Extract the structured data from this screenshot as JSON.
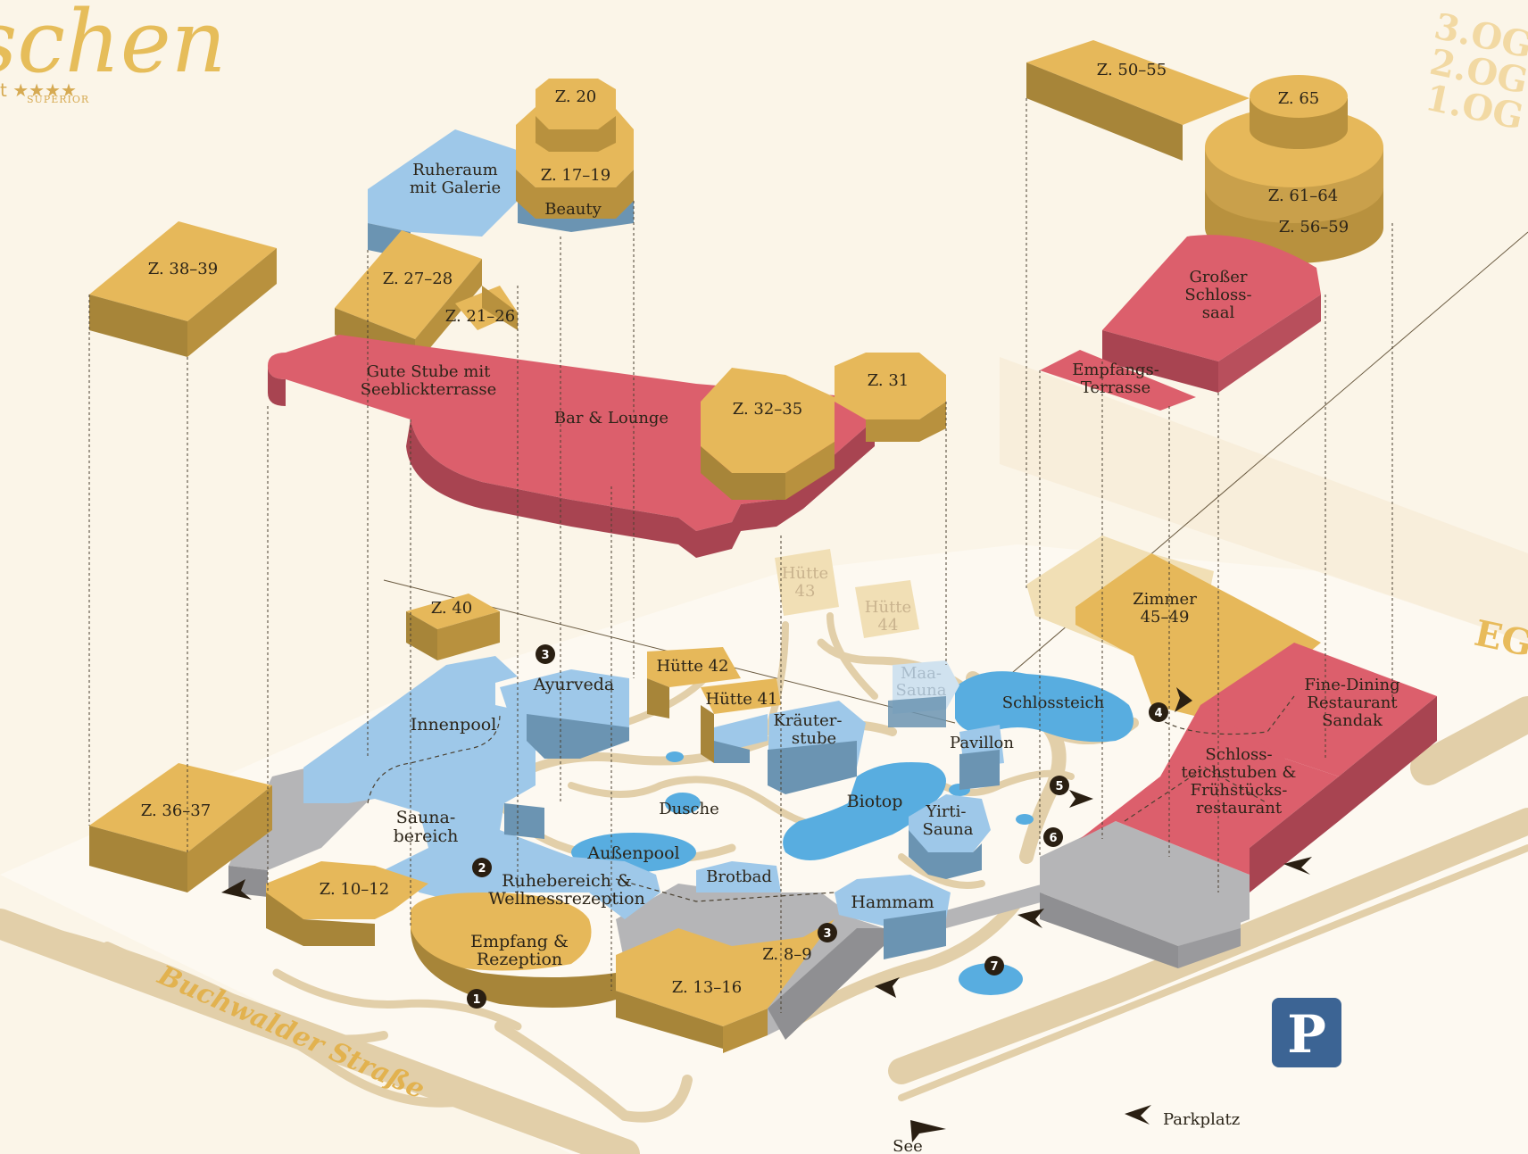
{
  "logo": {
    "script": "schen",
    "stars": "t ★★★★",
    "superior": "SUPERIOR"
  },
  "floors": {
    "og3": "3.OG",
    "og2": "2.OG",
    "og1": "1.OG",
    "eg": "EG"
  },
  "road_label": "Buchwalder Straße",
  "upper": {
    "z20": "Z. 20",
    "z17": "Z. 17–19",
    "beauty": "Beauty",
    "ruheraum_1": "Ruheraum",
    "ruheraum_2": "mit Galerie",
    "z38": "Z. 38–39",
    "z27": "Z. 27–28",
    "z21": "Z. 21–26",
    "gute_1": "Gute Stube mit",
    "gute_2": "Seeblickterrasse",
    "bar": "Bar  & Lounge",
    "z32": "Z. 32–35",
    "z31": "Z. 31",
    "z50": "Z. 50–55",
    "z65": "Z. 65",
    "z61": "Z. 61–64",
    "z56": "Z. 56–59",
    "saal_1": "Großer",
    "saal_2": "Schloss-",
    "saal_3": "saal",
    "terr_1": "Empfangs-",
    "terr_2": "Terrasse"
  },
  "ground": {
    "huette43_1": "Hütte",
    "huette43_2": "43",
    "huette44_1": "Hütte",
    "huette44_2": "44",
    "z40": "Z. 40",
    "ayurveda": "Ayurveda",
    "huette42": "Hütte 42",
    "huette41": "Hütte 41",
    "maa_1": "Maa-",
    "maa_2": "Sauna",
    "schlossteich": "Schlossteich",
    "zimmer_1": "Zimmer",
    "zimmer_2": "45–49",
    "fine_1": "Fine-Dining",
    "fine_2": "Restaurant",
    "fine_3": "Sandak",
    "innenpool": "Innenpool",
    "kraeuter_1": "Kräuter-",
    "kraeuter_2": "stube",
    "pavillon": "Pavillon",
    "schlossstuben_1": "Schloss-",
    "schlossstuben_2": "teichstuben &",
    "schlossstuben_3": "Frühstücks-",
    "schlossstuben_4": "restaurant",
    "z36": "Z. 36–37",
    "sauna_1": "Sauna-",
    "sauna_2": "bereich",
    "dusche": "Dusche",
    "biotop": "Biotop",
    "yirti_1": "Yirti-",
    "yirti_2": "Sauna",
    "aussenpool": "Außenpool",
    "z10": "Z. 10–12",
    "ruhebereich_1": "Ruhebereich &",
    "ruhebereich_2": "Wellnessrezeption",
    "brotbad": "Brotbad",
    "hammam": "Hammam",
    "empfang_1": "Empfang &",
    "empfang_2": "Rezeption",
    "z8": "Z. 8–9",
    "z13": "Z. 13–16"
  },
  "markers": [
    "1",
    "2",
    "3",
    "3",
    "4",
    "5",
    "6",
    "7"
  ],
  "parking": "P",
  "parkplatz": "Parkplatz",
  "see": "See",
  "colors": {
    "room": "#e6b85a",
    "wellness": "#9ec8e9",
    "restaurant": "#dc5f6c",
    "service": "#b5b5b7",
    "water": "#58ade0",
    "path": "#e2cfa9",
    "parking": "#3c6494"
  }
}
